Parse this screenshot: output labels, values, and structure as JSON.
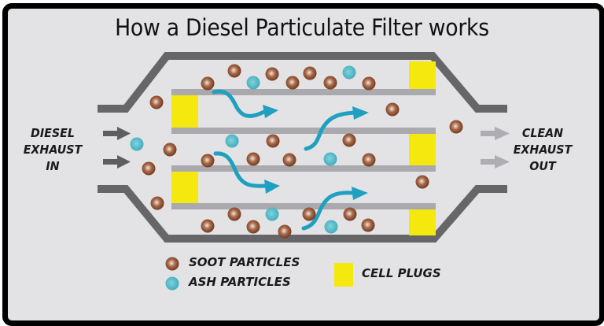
{
  "title": "How a Diesel Particulate Filter works",
  "inlet_label": [
    "DIESEL",
    "EXHAUST",
    "IN"
  ],
  "outlet_label": [
    "CLEAN",
    "EXHAUST",
    "OUT"
  ],
  "legend": {
    "soot": "SOOT PARTICLES",
    "ash": "ASH PARTICLES",
    "plugs": "CELL PLUGS"
  },
  "colors": {
    "background": "#E3E3E5",
    "border": "#000000",
    "housing": "#666668",
    "channel_wall": "#A9A9AE",
    "plug": "#F4E80F",
    "soot": "#7A3E1C",
    "ash": "#4DB6C4",
    "flow_arrow": "#1FA0C0",
    "inlet_arrow": "#5E5E60",
    "outlet_arrow": "#AEAEB2"
  },
  "particles": {
    "soot": [
      [
        199,
        130
      ],
      [
        216,
        190
      ],
      [
        189,
        214
      ],
      [
        200,
        258
      ],
      [
        264,
        106
      ],
      [
        298,
        90
      ],
      [
        346,
        94
      ],
      [
        372,
        105
      ],
      [
        394,
        93
      ],
      [
        420,
        105
      ],
      [
        469,
        106
      ],
      [
        499,
        139
      ],
      [
        580,
        161
      ],
      [
        264,
        204
      ],
      [
        322,
        202
      ],
      [
        347,
        179
      ],
      [
        368,
        203
      ],
      [
        444,
        178
      ],
      [
        469,
        203
      ],
      [
        537,
        231
      ],
      [
        264,
        287
      ],
      [
        298,
        272
      ],
      [
        322,
        288
      ],
      [
        362,
        294
      ],
      [
        393,
        272
      ],
      [
        445,
        272
      ],
      [
        468,
        286
      ]
    ],
    "ash": [
      [
        174,
        183
      ],
      [
        322,
        105
      ],
      [
        444,
        92
      ],
      [
        295,
        179
      ],
      [
        420,
        202
      ],
      [
        346,
        272
      ],
      [
        421,
        288
      ]
    ]
  }
}
